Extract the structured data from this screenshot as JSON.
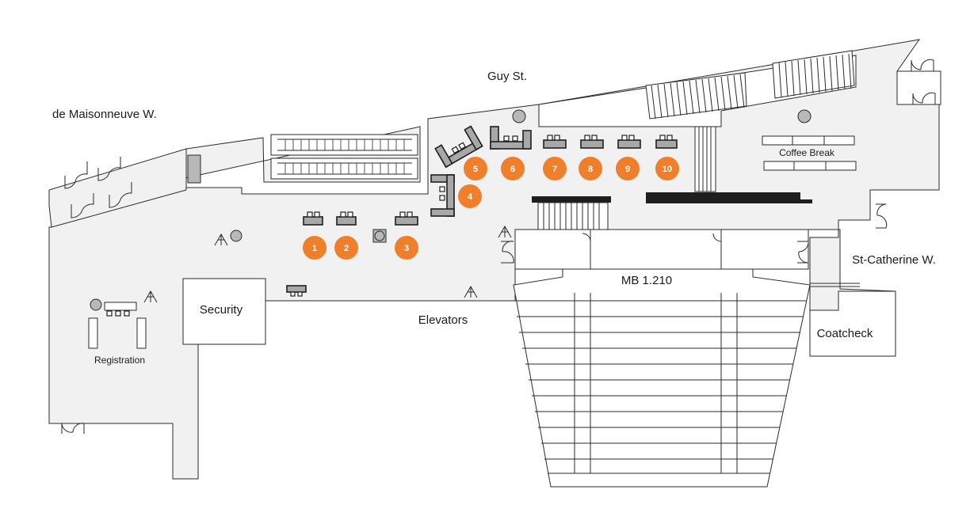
{
  "streets": {
    "guy": "Guy St.",
    "de_maisonneuve": "de Maisonneuve W.",
    "st_catherine": "St-Catherine W."
  },
  "rooms": {
    "security": "Security",
    "auditorium": "MB 1.210",
    "coatcheck": "Coatcheck",
    "coffee_break": "Coffee Break",
    "registration": "Registration",
    "elevators": "Elevators"
  },
  "booths": [
    "1",
    "2",
    "3",
    "4",
    "5",
    "6",
    "7",
    "8",
    "9",
    "10"
  ],
  "colors": {
    "booth": "#ef7f2a",
    "floor": "#f1f1f1",
    "wall": "#2a2a2a"
  },
  "icons": [
    "door-icon",
    "fire-extinguisher-icon",
    "pillar-icon",
    "table-icon",
    "escalator-icon"
  ]
}
